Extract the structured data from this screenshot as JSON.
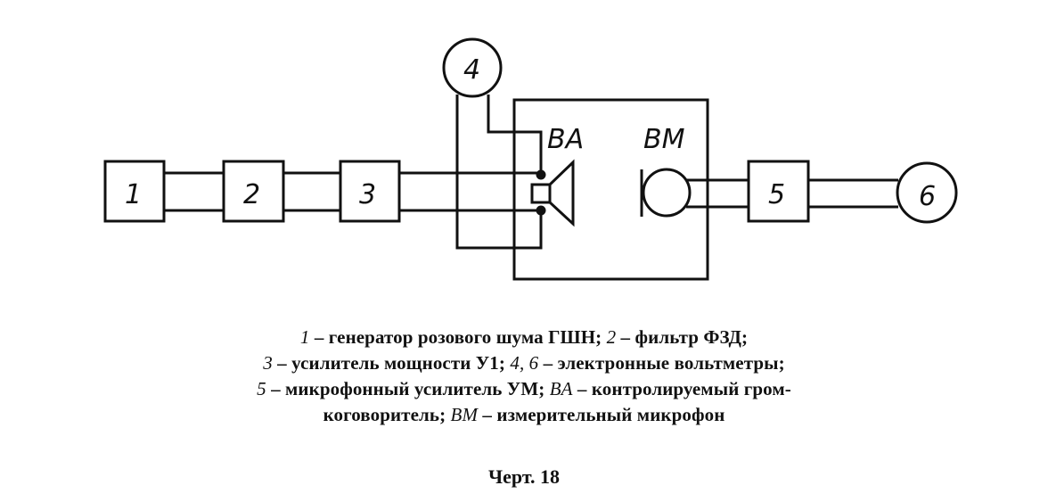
{
  "diagram": {
    "blocks": [
      "1",
      "2",
      "3",
      "5"
    ],
    "meters": [
      "4",
      "6"
    ],
    "chamber_labels": {
      "speaker": "BA",
      "microphone": "BM"
    }
  },
  "caption": {
    "line1": {
      "n1": "1",
      "t1": " – генератор розового шума ГШН; ",
      "n2": "2",
      "t2": " – фильтр ФЗД;"
    },
    "line2": {
      "n1": "3",
      "t1": " – усилитель мощности У1; ",
      "n2": "4, 6",
      "t2": " – электронные вольтметры;"
    },
    "line3": {
      "n1": "5",
      "t1": " – микрофонный усилитель УМ; ",
      "n2": "BA",
      "t2": " – контролируемый гром-"
    },
    "line4": {
      "t0": "коговоритель; ",
      "n2": "BM",
      "t2": " – измерительный микрофон"
    }
  },
  "figure_label": "Черт. 18"
}
